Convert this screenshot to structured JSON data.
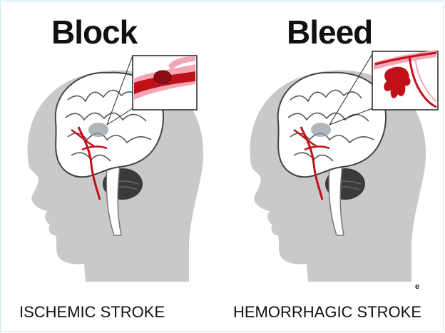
{
  "panels": [
    {
      "heading": "Block",
      "caption": "ISCHEMIC STROKE"
    },
    {
      "heading": "Bleed",
      "caption": "HEMORRHAGIC STROKE"
    }
  ],
  "corner_mark": "e",
  "colors": {
    "head": "#c9c9c9",
    "brain": "#ffffff",
    "vessel": "#c0111a",
    "vessel_light": "#f2a6b6",
    "cerebellum": "#3a3a3a"
  }
}
